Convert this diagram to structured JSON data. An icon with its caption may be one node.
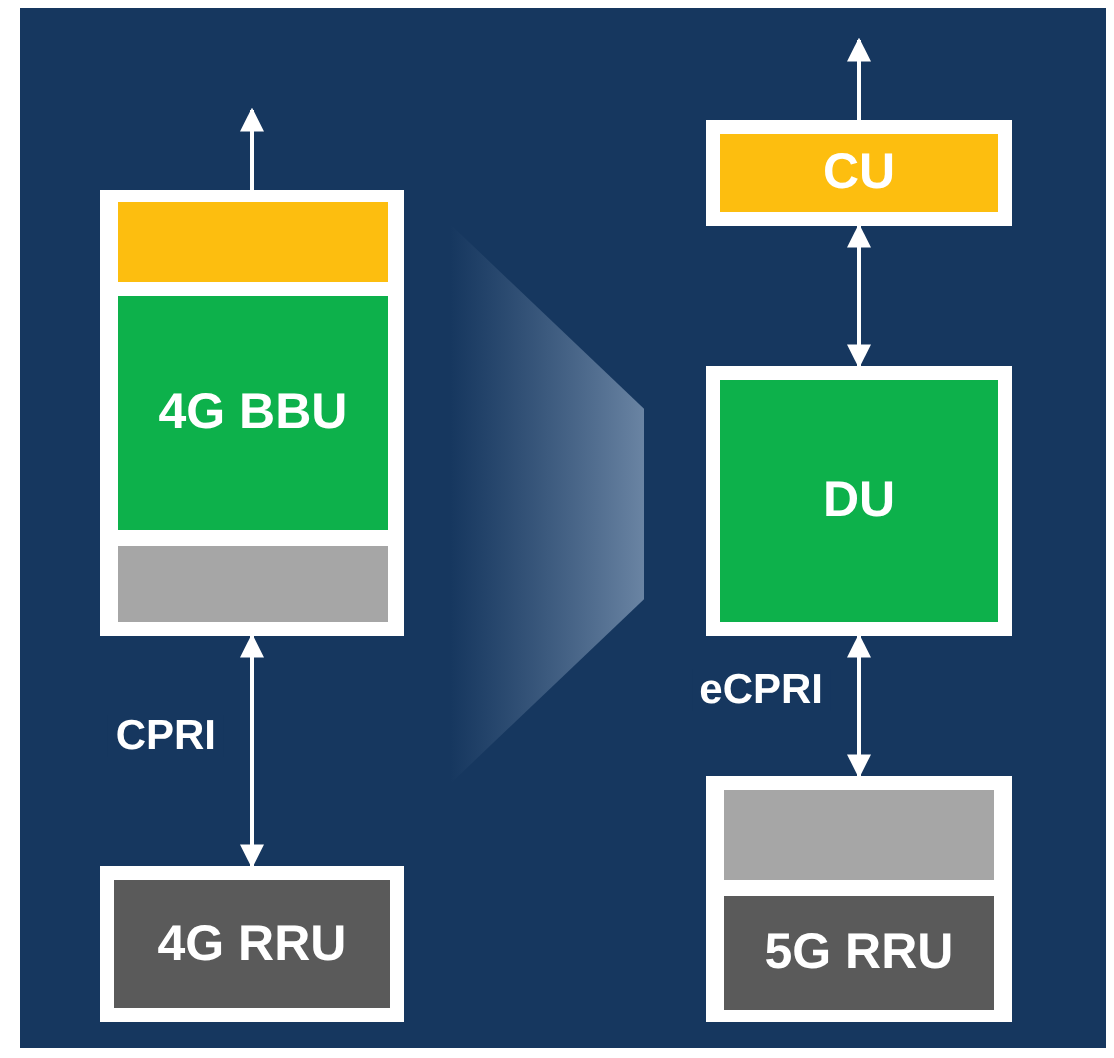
{
  "diagram": {
    "nodes": [
      {
        "text": [],
        "shape": "box"
      },
      {
        "text": [],
        "shape": "bar",
        "in": 0
      },
      {
        "text": [
          "4G BBU"
        ],
        "in": 0
      },
      {
        "text": [],
        "shape": "bar",
        "in": 0
      },
      {
        "text": [
          "4G RRU"
        ]
      },
      {
        "text": [
          "CU"
        ]
      },
      {
        "text": [
          "DU"
        ]
      },
      {
        "text": [],
        "shape": "box"
      },
      {
        "text": [],
        "shape": "bar",
        "in": 7
      },
      {
        "text": [
          "5G RRU"
        ],
        "in": 7
      },
      {
        "text": [],
        "shape": "chevron"
      }
    ],
    "edges": [
      {
        "from": 0,
        "to": null,
        "arrow": "to"
      },
      {
        "from": 0,
        "to": 4,
        "arrow": "both",
        "label": "CPRI"
      },
      {
        "from": 5,
        "to": null,
        "arrow": "to"
      },
      {
        "from": 5,
        "to": 6,
        "arrow": "both"
      },
      {
        "from": 6,
        "to": 7,
        "arrow": "both",
        "label": "eCPRI"
      }
    ]
  }
}
